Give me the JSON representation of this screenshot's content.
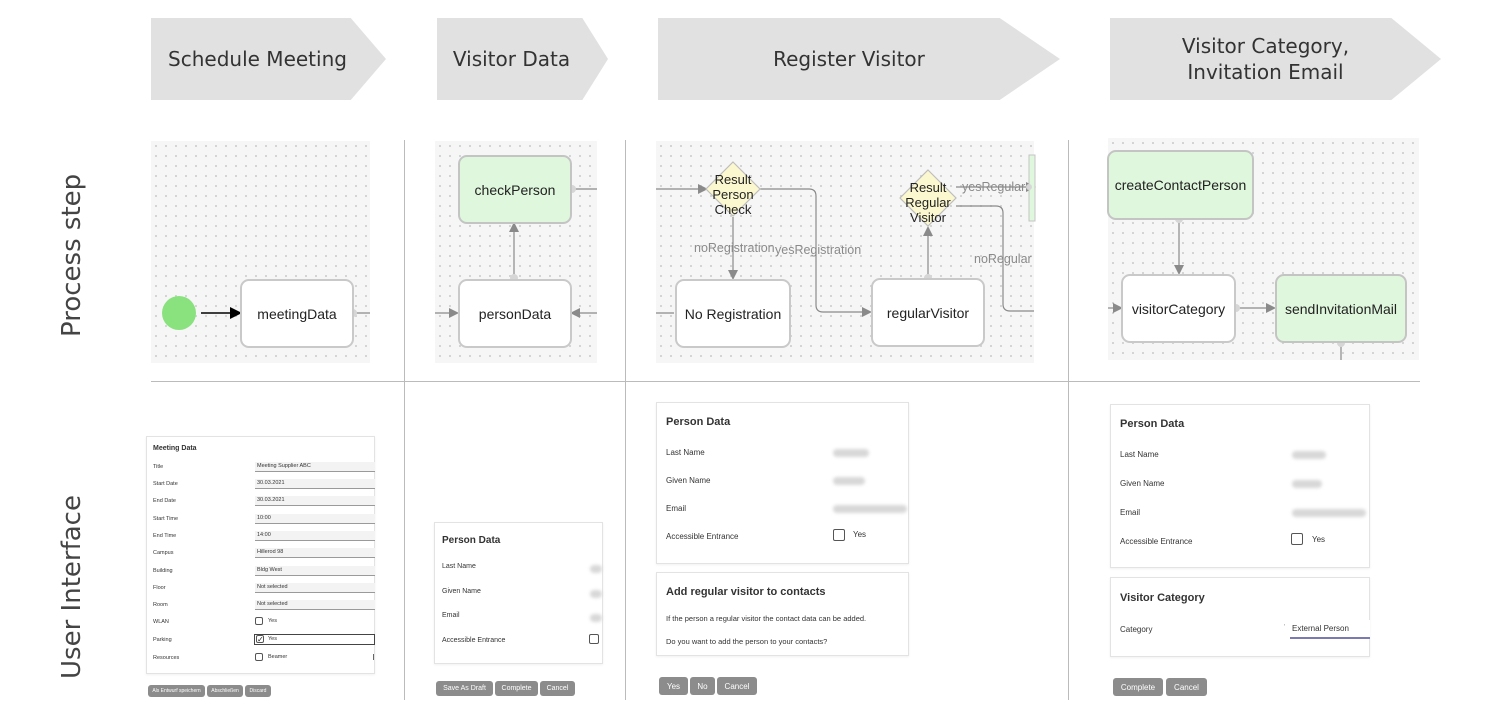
{
  "phases": [
    {
      "label": "Schedule Meeting"
    },
    {
      "label": "Visitor Data"
    },
    {
      "label": "Register Visitor"
    },
    {
      "label": "Visitor Category,\nInvitation Email"
    }
  ],
  "rows": {
    "process": "Process step",
    "ui": "User Interface"
  },
  "process": {
    "nodes": {
      "meetingData": "meetingData",
      "checkPerson": "checkPerson",
      "personData": "personData",
      "noRegistration": "No Registration",
      "regularVisitor": "regularVisitor",
      "createContactPerson": "createContactPerson",
      "visitorCategory": "visitorCategory",
      "sendInvitationMail": "sendInvitationMail"
    },
    "gateways": {
      "resultPersonCheck": "Result\nPerson\nCheck",
      "resultRegularVisitor": "Result\nRegular\nVisitor"
    },
    "edges": {
      "noRegistration": "noRegistration",
      "yesRegistration": "yesRegistration",
      "yesRegular": "yesRegular",
      "noRegular": "noRegular"
    },
    "colors": {
      "start": "#8ae27f",
      "task_green": "#dff7dc",
      "gateway": "#fbf8d0",
      "edge": "#8a8a8a"
    }
  },
  "ui": {
    "meeting": {
      "title": "Meeting Data",
      "fields": [
        {
          "label": "Title",
          "value": "Meeting Supplier ABC"
        },
        {
          "label": "Start Date",
          "value": "30.03.2021"
        },
        {
          "label": "End Date",
          "value": "30.03.2021"
        },
        {
          "label": "Start Time",
          "value": "10:00"
        },
        {
          "label": "End Time",
          "value": "14:00"
        },
        {
          "label": "Campus",
          "value": "Hillerod 98"
        },
        {
          "label": "Building",
          "value": "Bldg West"
        },
        {
          "label": "Floor",
          "value": "Not selected"
        },
        {
          "label": "Room",
          "value": "Not selected"
        }
      ],
      "wlan": {
        "label": "WLAN",
        "option": "Yes"
      },
      "parking": {
        "label": "Parking",
        "option": "Yes"
      },
      "resources": {
        "label": "Resources",
        "option": "Beamer"
      },
      "buttons": [
        "Als Entwurf speichern",
        "Abschließen",
        "Discard"
      ]
    },
    "visitor": {
      "title": "Person Data",
      "labels": [
        "Last Name",
        "Given Name",
        "Email",
        "Accessible Entrance"
      ],
      "buttons": [
        "Save As Draft",
        "Complete",
        "Cancel"
      ]
    },
    "register": {
      "title": "Person Data",
      "labels": [
        "Last Name",
        "Given Name",
        "Email",
        "Accessible Entrance"
      ],
      "checkbox_option": "Yes",
      "regular_title": "Add regular visitor to contacts",
      "regular_text1": "If the person a regular visitor the contact data can be added.",
      "regular_text2": "Do you want to add the person to your contacts?",
      "buttons": [
        "Yes",
        "No",
        "Cancel"
      ]
    },
    "category": {
      "title": "Person Data",
      "labels": [
        "Last Name",
        "Given Name",
        "Email",
        "Accessible Entrance"
      ],
      "checkbox_option": "Yes",
      "cat_title": "Visitor Category",
      "cat_label": "Category",
      "cat_value": "External Person",
      "buttons": [
        "Complete",
        "Cancel"
      ]
    }
  }
}
